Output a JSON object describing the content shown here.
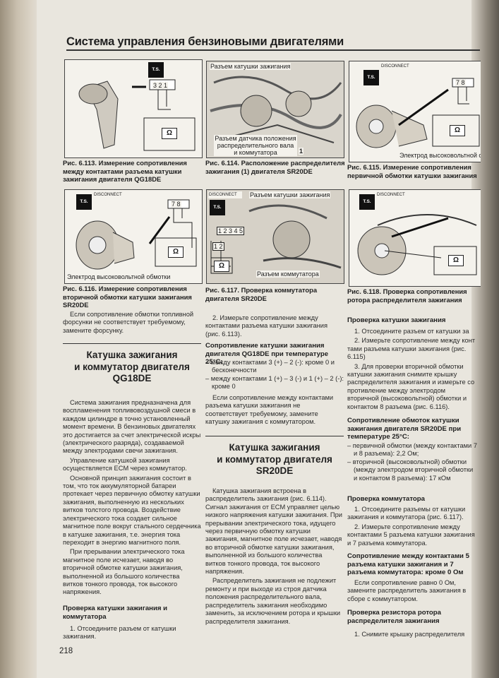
{
  "header": {
    "title": "Система управления бензиновыми двигателями"
  },
  "page_number": "218",
  "figures": {
    "f113": {
      "caption": "Рис. 6.113. Измерение сопротивления между контактами разъема катушки зажигания двигателя QG18DE",
      "pins": "3 2 1"
    },
    "f114": {
      "caption": "Рис. 6.114. Расположение распределителя зажигания (1) двигателя SR20DE",
      "label_top": "Разъем катушки зажигания",
      "label_bottom": "Разъем датчика положения распределительного вала и коммутатора",
      "number": "1"
    },
    "f115": {
      "caption": "Рис. 6.115. Измерение сопротивления первичной обмотки катушки зажигания",
      "label": "Электрод высоковольтной обмотк",
      "pins": "7 8",
      "disconnect": "DISCONNECT"
    },
    "f116": {
      "caption": "Рис. 6.116. Измерение сопротивления вторичной обмотки катушки зажигания SR20DE",
      "label": "Электрод высоковольтной обмотки",
      "pins": "7 8",
      "disconnect": "DISCONNECT"
    },
    "f117": {
      "caption": "Рис. 6.117. Проверка коммутатора двигателя SR20DE",
      "label_top": "Разъем катушки зажигания",
      "label_bottom": "Разъем коммутатора",
      "pins_top": "1 2 3 4 5",
      "pins_bottom": "1 2",
      "disconnect": "DISCONNECT"
    },
    "f118": {
      "caption": "Рис. 6.118. Проверка сопротивления ротора распределителя зажигания",
      "disconnect": "DISCONNECT"
    }
  },
  "col1": {
    "intro": "Если сопротивление обмотки топливной форсунки не соответствует требуемому, замените форсунку.",
    "section_title_1": "Катушка зажигания",
    "section_title_2": "и коммутатор двигателя",
    "section_title_3": "QG18DE",
    "p1": "Система зажигания предназначена для воспламенения топливовоздушной смеси в каждом цилиндре в точно установленный момент времени. В бензиновых двигателях это достигается за счет электрической искры (электрического разряда), создаваемой между электродами свечи зажигания.",
    "p2": "Управление катушкой зажигания осуществляется ECM через коммутатор.",
    "p3": "Основной принцип зажигания состоит в том, что ток аккумуляторной батареи протекает через первичную обмотку катушки зажигания, выполненную из нескольких витков толстого провода. Воздействие электрического тока создает сильное магнитное поле вокруг стального сердечника в катушке зажигания, т.е. энергия тока переходит в энергию магнитного поля.",
    "p4": "При прерывании электрического тока магнитное поле исчезает, наводя во вторичной обмотке катушки зажигания, выполненной из большого количества витков тонкого провода, ток высокого напряжения.",
    "sub1": "Проверка катушки зажигания и коммутатора",
    "p5": "1. Отсоедините разъем от катушки зажигания."
  },
  "col2": {
    "p1": "2. Измерьте сопротивление между контактами разъема катушки зажигания (рис. 6.113).",
    "spec_title": "Сопротивление катушки зажигания двигателя QG18DE при температуре 25°С:",
    "spec1": "– между контактами 3 (+) – 2 (-): кроме 0 и бесконечности",
    "spec2": "– между контактами 1 (+) – 3 (-) и 1 (+) – 2 (-): кроме 0",
    "p2": "Если сопротивление между контактами разъема катушки зажигания не соответствует требуемому, замените катушку зажигания с коммутатором.",
    "section_title_1": "Катушка зажигания",
    "section_title_2": "и коммутатор двигателя",
    "section_title_3": "SR20DE",
    "p3": "Катушка зажигания встроена в распределитель зажигания (рис. 6.114). Сигнал зажигания от ECM управляет целью низкого напряжения катушки зажигания. При прерывании электрического тока, идущего через первичную обмотку катушки зажигания, магнитное поле исчезает, наводя во вторичной обмотке катушки зажигания, выполненной из большого количества витков тонкого провода, ток высокого напряжения.",
    "p4": "Распределитель зажигания не подлежит ремонту и при выходе из строя датчика положения распределительного вала, распределитель зажигания необходимо заменить, за исключением ротора и крышки распределителя зажигания."
  },
  "col3": {
    "sub1": "Проверка катушки зажигания",
    "p1": "1. Отсоедините разъем от катушки за",
    "p2": "2. Измерьте сопротивление между конт тами разъема катушки зажигания (рис. 6.115)",
    "p3": "3. Для проверки вторичной обмотки катушки зажигания снимите крышку распределителя зажигания и измерьте со противление между электродом вторичной (высоковольтной) обмотки и контактом 8 разъема (рис. 6.116).",
    "spec_title": "Сопротивление обмоток катушки зажигания двигателя SR20DE при температуре 25°С:",
    "spec1": "– первичной обмотки (между контактами 7 и 8 разъема): 2,2 Ом;",
    "spec2": "– вторичной (высоковольтной) обмотки (между электродом вторичной обмотки и контактом 8 разъема): 17 кОм",
    "sub2": "Проверка коммутатора",
    "p4": "1. Отсоедините разъемы от катушки зажигания и коммутатора (рис. 6.117).",
    "p5": "2. Измерьте сопротивление между контактами 5 разъема катушки зажигания и 7 разъема коммутатора.",
    "spec3": "Сопротивление между контактами 5 разъема катушки зажигания и 7 разъема коммутатора: кроме 0 Ом",
    "p6": "Если сопротивление равно 0 Ом, замените распределитель зажигания в сборе с коммутатором.",
    "sub3": "Проверка резистора ротора распределителя зажигания",
    "p7": "1. Снимите крышку распределителя"
  },
  "icons": {
    "ts_badge": "T.S.",
    "ohm": "Ω"
  }
}
